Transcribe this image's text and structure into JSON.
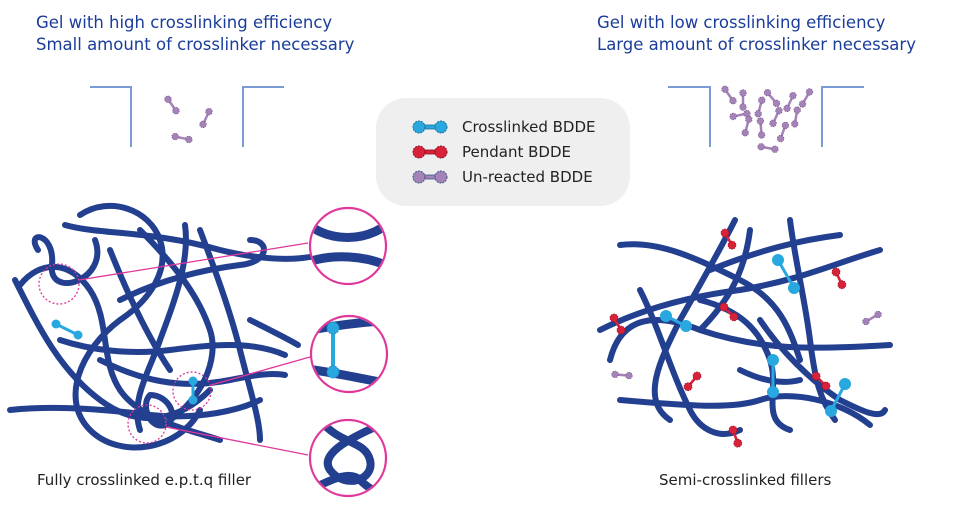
{
  "left_panel": {
    "heading_line1": "Gel with high crosslinking efficiency",
    "heading_line2": "Small amount of crosslinker necessary",
    "caption": "Fully crosslinked e.p.t.q filler",
    "detail_views": [
      "polymer-chains-close-contact",
      "crosslinked-bdde-bridge",
      "entangled-chains"
    ]
  },
  "right_panel": {
    "heading_line1": "Gel with low crosslinking efficiency",
    "heading_line2": "Large amount of crosslinker necessary",
    "caption": "Semi-crosslinked fillers"
  },
  "legend": {
    "items": [
      {
        "label": "Crosslinked BDDE",
        "icon": "crosslinked-bdde-icon",
        "color": "#29a8e0"
      },
      {
        "label": "Pendant BDDE",
        "icon": "pendant-bdde-icon",
        "color": "#d9213a"
      },
      {
        "label": "Un-reacted BDDE",
        "icon": "unreacted-bdde-icon",
        "color": "#a583b8"
      }
    ]
  },
  "colors": {
    "heading": "#1a3d9a",
    "polymer": "#233f8f",
    "container": "#7b9bd6",
    "callout": "#e0379a",
    "legend_bg": "#efeff0"
  }
}
